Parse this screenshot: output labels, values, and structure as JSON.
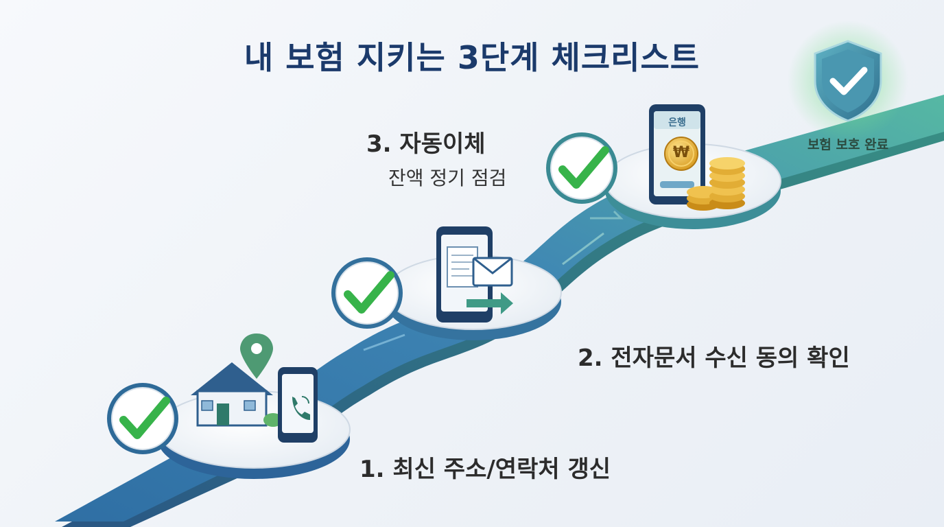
{
  "title": "내 보험 지키는 3단계 체크리스트",
  "steps": [
    {
      "label": "1. 최신 주소/연락처 갱신"
    },
    {
      "label": "2. 전자문서 수신 동의 확인"
    },
    {
      "label_line1": "3. 자동이체",
      "label_line2": "잔액 정기 점검"
    }
  ],
  "badge": {
    "label": "보험 보호 완료"
  },
  "bank_app": {
    "screen_label": "은행",
    "coin_symbol": "₩"
  },
  "colors": {
    "title": "#1b3a6b",
    "path_blue": "#3f7fb0",
    "path_teal": "#4fae9e",
    "check_green": "#3db84a",
    "shield": "#3f8fa8"
  },
  "icons": [
    "check-icon",
    "house-icon",
    "map-pin-icon",
    "phone-call-icon",
    "document-icon",
    "envelope-icon",
    "arrow-right-icon",
    "bank-phone-icon",
    "won-coin-icon",
    "coin-stack-icon",
    "shield-check-icon"
  ]
}
